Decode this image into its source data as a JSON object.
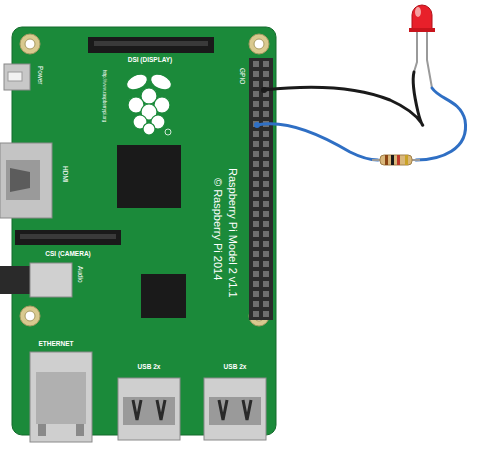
{
  "diagram": {
    "labels": [
      "DSI (DISPLAY)",
      "Power",
      "http://www.raspberrypi.org",
      "GPIO",
      "HDMI",
      "Raspberry Pi Model 2 v1.1",
      "© Raspberry Pi 2014",
      "CSI (CAMERA)",
      "Audio",
      "ETHERNET",
      "USB 2x",
      "USB 2x"
    ]
  }
}
